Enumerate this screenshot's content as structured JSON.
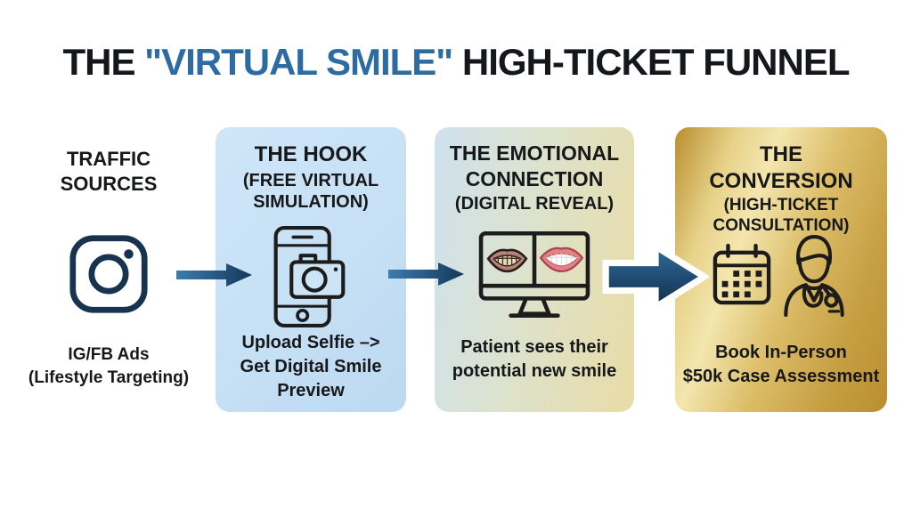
{
  "title": {
    "pre": "THE ",
    "highlight": "\"VIRTUAL SMILE\"",
    "post": " HIGH-TICKET FUNNEL"
  },
  "colors": {
    "title_text": "#14171c",
    "title_highlight": "#2d6ba3",
    "body_text": "#17181a",
    "arrow_blue_light": "#3c7cae",
    "arrow_blue_dark": "#15375a",
    "big_arrow_top": "#2f6e9e",
    "big_arrow_bottom": "#122c49",
    "big_arrow_outline": "#ffffff",
    "card_hook_bg": "#c9e2f5",
    "card_emotional_bg_left": "#cfe1ee",
    "card_emotional_bg_right": "#e9dca6",
    "card_conversion_gold_light": "#f3e6ae",
    "card_conversion_gold_dark": "#b98e30",
    "instagram_icon_color": "#173350",
    "outline_icon_color": "#1c1c1c"
  },
  "stages": [
    {
      "heading": "TRAFFIC\nSOURCES",
      "icon": "instagram-icon",
      "caption": "IG/FB Ads\n(Lifestyle Targeting)"
    },
    {
      "heading": "THE HOOK",
      "subheading": "(FREE VIRTUAL\nSIMULATION)",
      "icon": "phone-camera-icon",
      "caption": "Upload Selfie –>\nGet Digital Smile\nPreview"
    },
    {
      "heading": "THE EMOTIONAL\nCONNECTION",
      "subheading": "(DIGITAL REVEAL)",
      "icon": "before-after-smile-monitor-icon",
      "caption": "Patient sees their\npotential new smile"
    },
    {
      "heading": "THE\nCONVERSION",
      "subheading": "(HIGH-TICKET\nCONSULTATION)",
      "icon": "calendar-icon doctor-icon",
      "caption": "Book In-Person\n$50k Case Assessment"
    }
  ]
}
